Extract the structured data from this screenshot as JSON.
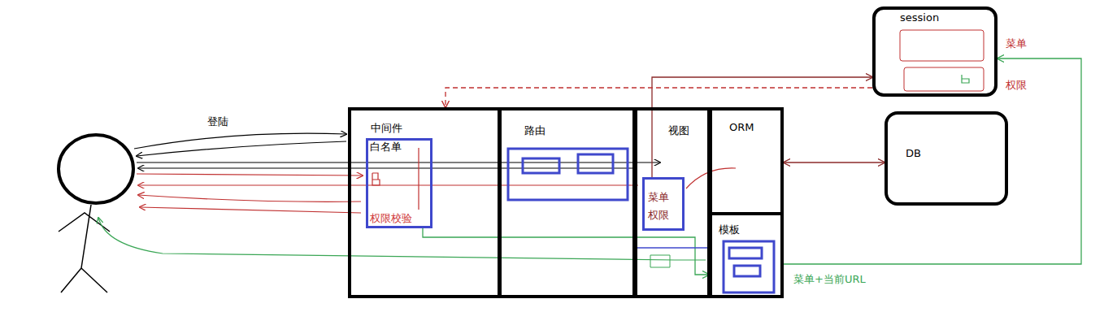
{
  "diagram": {
    "nodes": [
      {
        "text": [
          "中间件"
        ]
      },
      {
        "text": [
          "白名单",
          "权限校验"
        ],
        "in": 0
      },
      {
        "text": [
          "路由"
        ]
      },
      {
        "text": [
          "视图"
        ]
      },
      {
        "text": [
          "菜单",
          "权限"
        ],
        "in": 3
      },
      {
        "text": [
          "ORM"
        ]
      },
      {
        "text": [
          "模板"
        ]
      },
      {
        "text": [
          "session"
        ]
      },
      {
        "text": [
          "DB"
        ]
      }
    ],
    "edges": [
      {
        "from": 4,
        "to": 7,
        "arrow": "to"
      },
      {
        "from": 5,
        "to": 8,
        "arrow": "both"
      },
      {
        "from": 1,
        "to": 6,
        "arrow": "to"
      },
      {
        "from": 6,
        "to": 7,
        "label": "菜单+当前URL",
        "arrow": "to"
      },
      {
        "from": 7,
        "to": 0,
        "arrow": "to"
      },
      {
        "from": 2,
        "to": 6,
        "arrow": "none"
      }
    ],
    "labels": [
      "登陆",
      "菜单",
      "权限"
    ]
  }
}
